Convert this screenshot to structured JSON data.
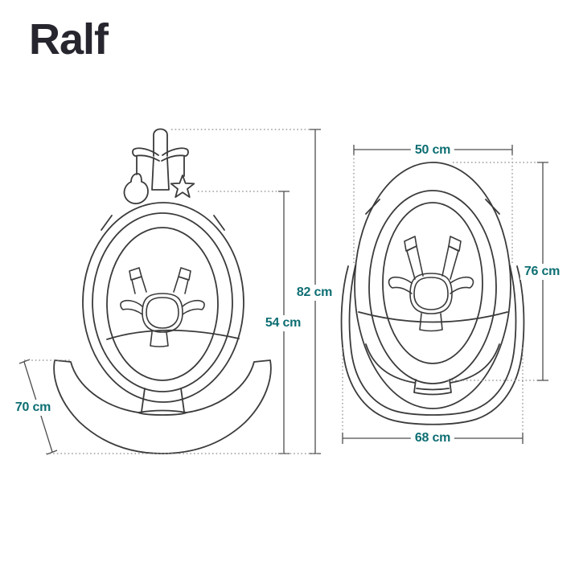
{
  "title": "Ralf",
  "views": {
    "side": {
      "dimensions": {
        "total_height": "82 cm",
        "seat_height": "54 cm",
        "base_depth": "70 cm"
      }
    },
    "front": {
      "dimensions": {
        "seat_width": "50 cm",
        "total_height": "76 cm",
        "base_width": "68 cm"
      }
    }
  },
  "colors": {
    "background": "#ffffff",
    "title_text": "#27252e",
    "line_art": "#3b3b3b",
    "dimension_line": "#4d4d4d",
    "dotted_leader": "#8a8a8a",
    "dimension_label": "#0d6e72"
  }
}
